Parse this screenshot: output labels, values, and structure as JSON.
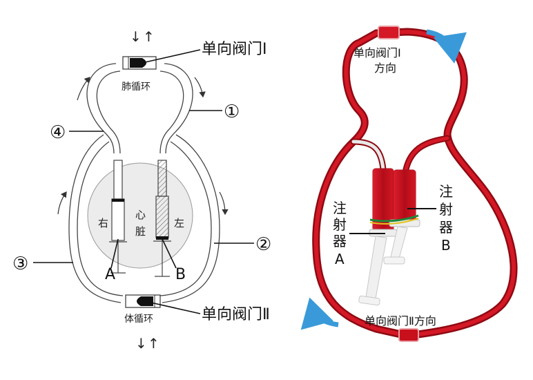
{
  "left_panel": {
    "valve_top_label": "单向阀门Ⅰ",
    "valve_bottom_label": "单向阀门Ⅱ",
    "pulmonary_label": "肺循环",
    "systemic_label": "体循环",
    "heart_label_line1": "心",
    "heart_label_line2": "脏",
    "right_side_label": "右",
    "left_side_label": "左",
    "syringe_a_label": "A",
    "syringe_b_label": "B",
    "tube_labels": [
      "①",
      "②",
      "③",
      "④"
    ],
    "arrow_glyphs": [
      "↓",
      "↑"
    ]
  },
  "right_panel": {
    "valve_top_line1": "单向阀门Ⅰ",
    "valve_top_line2": "方向",
    "valve_bottom_text": "单向阀门Ⅱ方向",
    "syringe_a_chars": [
      "注",
      "射",
      "器",
      "A"
    ],
    "syringe_b_chars": [
      "注",
      "射",
      "器",
      "B"
    ]
  },
  "colors": {
    "tube_red": "#c8101c",
    "tube_dark": "#8e0a12",
    "arrow_blue": "#3a9ad9",
    "heart_gray": "#ececec",
    "line": "#333333"
  }
}
